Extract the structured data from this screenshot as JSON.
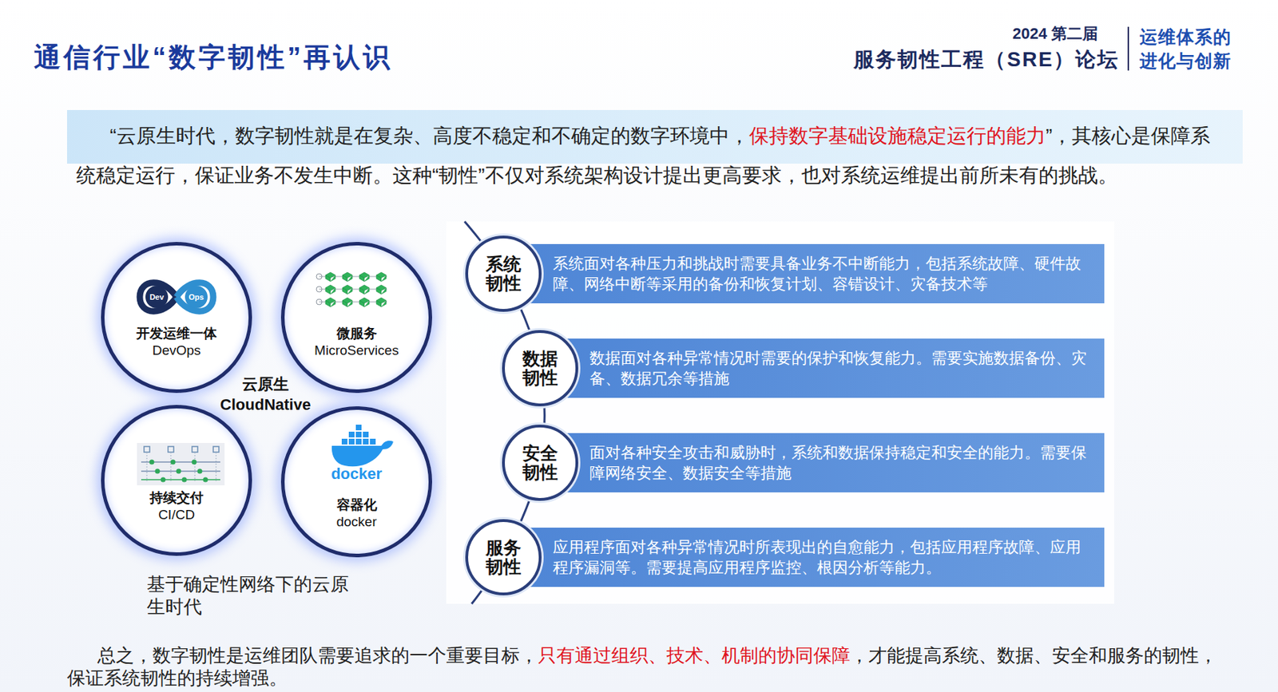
{
  "diagram": {
    "title": "通信行业“数字韧性”再认识",
    "nodes": [
      {
        "text": [
          "开发运维一体",
          "DevOps"
        ]
      },
      {
        "text": [
          "微服务",
          "MicroServices"
        ]
      },
      {
        "text": [
          "持续交付",
          "CI/CD"
        ]
      },
      {
        "text": [
          "容器化",
          "docker"
        ]
      },
      {
        "text": [
          "系统 韧性",
          "系统面对各种压力和挑战时需要具备业务不中断能力，包括系统故障、硬件故障、网络中断等采用的备份和恢复计划、容错设计、灾备技术等"
        ]
      },
      {
        "text": [
          "数据 韧性",
          "数据面对各种异常情况时需要的保护和恢复能力。需要实施数据备份、灾备、数据冗余等措施"
        ]
      },
      {
        "text": [
          "安全 韧性",
          "面对各种安全攻击和威胁时，系统和数据保持稳定和安全的能力。需要保障网络安全、数据安全等措施"
        ]
      },
      {
        "text": [
          "服务 韧性",
          "应用程序面对各种异常情况时所表现出的自愈能力，包括应用程序故障、应用程序漏洞等。需要提高应用程序监控、根因分析等能力。"
        ]
      }
    ],
    "labels": [
      "2024 第二届",
      "服务韧性工程（SRE）论坛",
      "运维体系的",
      "进化与创新",
      "“云原生时代，数字韧性就是在复杂、高度不稳定和不确定的数字环境中，",
      "保持数字基础设施稳定运行的能力",
      "”，其核心是保障系统稳定运行，保证业务不发生中断。这种“韧性”不仅对系统架构设计提出更高要求，也对系统运维提出前所未有的挑战。",
      "Dev",
      "Ops",
      "docker",
      "云原生",
      "CloudNative",
      "基于确定性网络下的云原生时代",
      "总之，数字韧性是运维团队需要追求的一个重要目标，",
      "只有通过组织、技术、机制的协同保障",
      "，才能提高系统、数据、安全和服务的韧性，保证系统韧性的持续增强。"
    ]
  }
}
